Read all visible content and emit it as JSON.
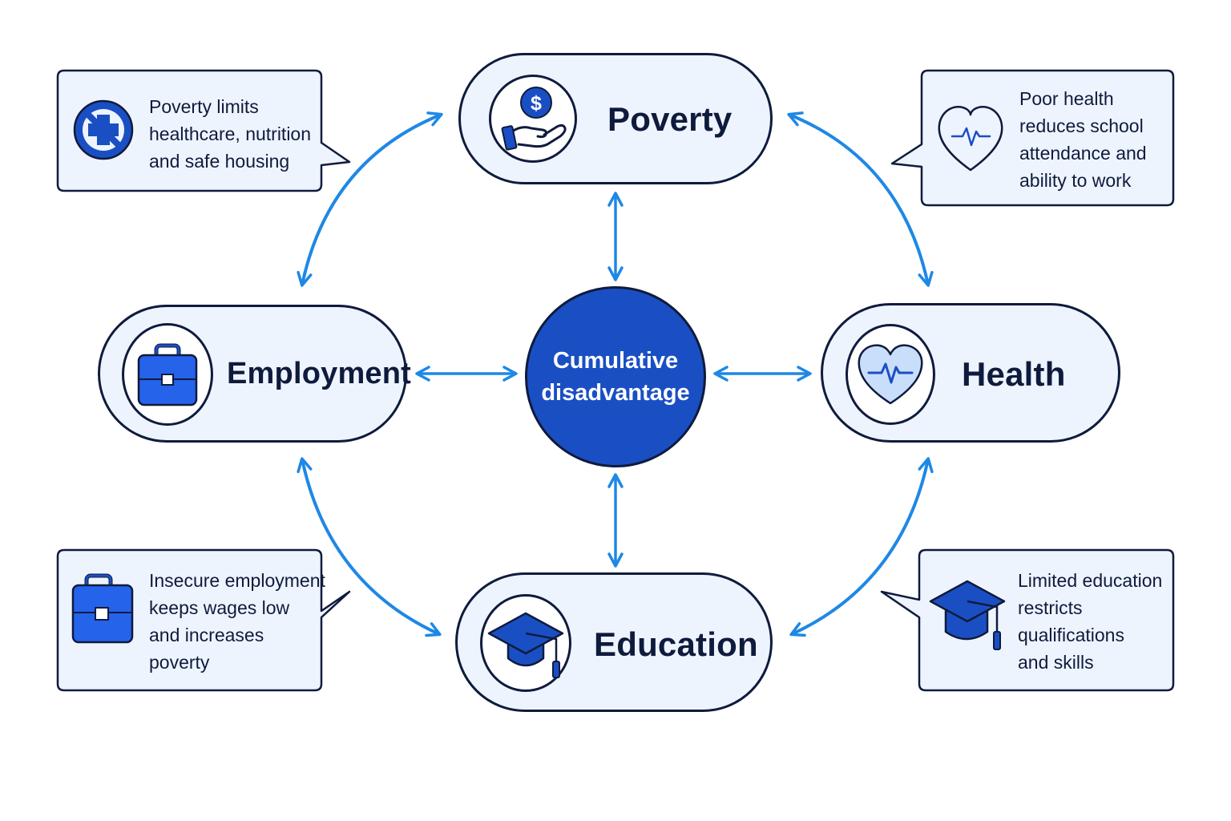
{
  "colors": {
    "accent": "#1a4fc4",
    "arrow": "#1e88e5",
    "outline": "#0f1b3d",
    "node_fill": "#eef4fd"
  },
  "center": {
    "line1": "Cumulative",
    "line2": "disadvantage"
  },
  "nodes": {
    "poverty": {
      "label": "Poverty",
      "icon": "dollar-hand-icon"
    },
    "employment": {
      "label": "Employment",
      "icon": "briefcase-icon"
    },
    "health": {
      "label": "Health",
      "icon": "heart-pulse-icon"
    },
    "education": {
      "label": "Education",
      "icon": "graduation-cap-icon"
    }
  },
  "callouts": {
    "top_left": {
      "icon": "no-medical-cross-icon",
      "lines": [
        "Poverty limits",
        "healthcare, nutrition",
        "and safe housing"
      ]
    },
    "top_right": {
      "icon": "heart-pulse-icon",
      "lines": [
        "Poor health",
        "reduces school",
        "attendance and",
        "ability to work"
      ]
    },
    "bottom_left": {
      "icon": "briefcase-icon",
      "lines": [
        "Insecure employment",
        "keeps wages low",
        "and increases",
        "poverty"
      ]
    },
    "bottom_right": {
      "icon": "graduation-cap-icon",
      "lines": [
        "Limited education",
        "restricts",
        "qualifications",
        "and skills"
      ]
    }
  }
}
